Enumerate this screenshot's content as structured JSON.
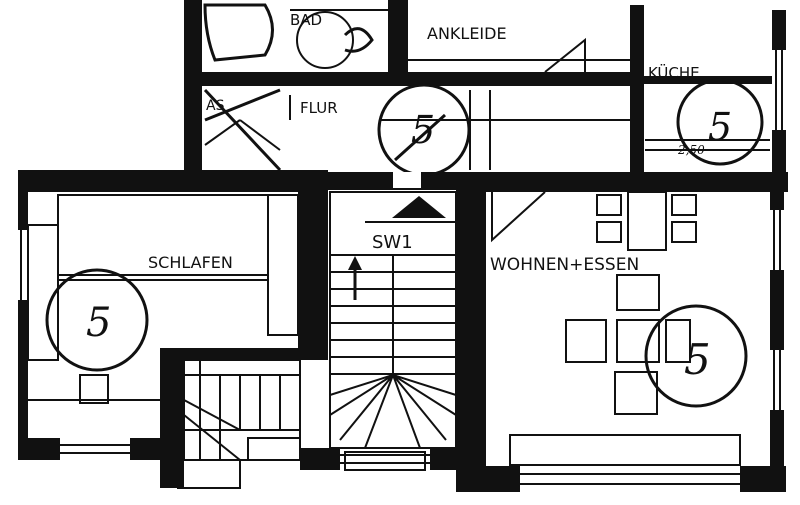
{
  "rooms": {
    "bad": "BAD",
    "ankleide": "ANKLEIDE",
    "kueche": "KÜCHE",
    "gas": "AS",
    "flur": "FLUR",
    "schlafen": "SCHLAFEN",
    "stairs": "SW1",
    "wohnen": "WOHNEN+ESSEN"
  },
  "markers": {
    "flur": "5",
    "kueche": "5",
    "kueche_dim": "2,50",
    "schlafen": "5",
    "wohnen": "5"
  },
  "colors": {
    "ink": "#111111",
    "paper": "#ffffff"
  }
}
